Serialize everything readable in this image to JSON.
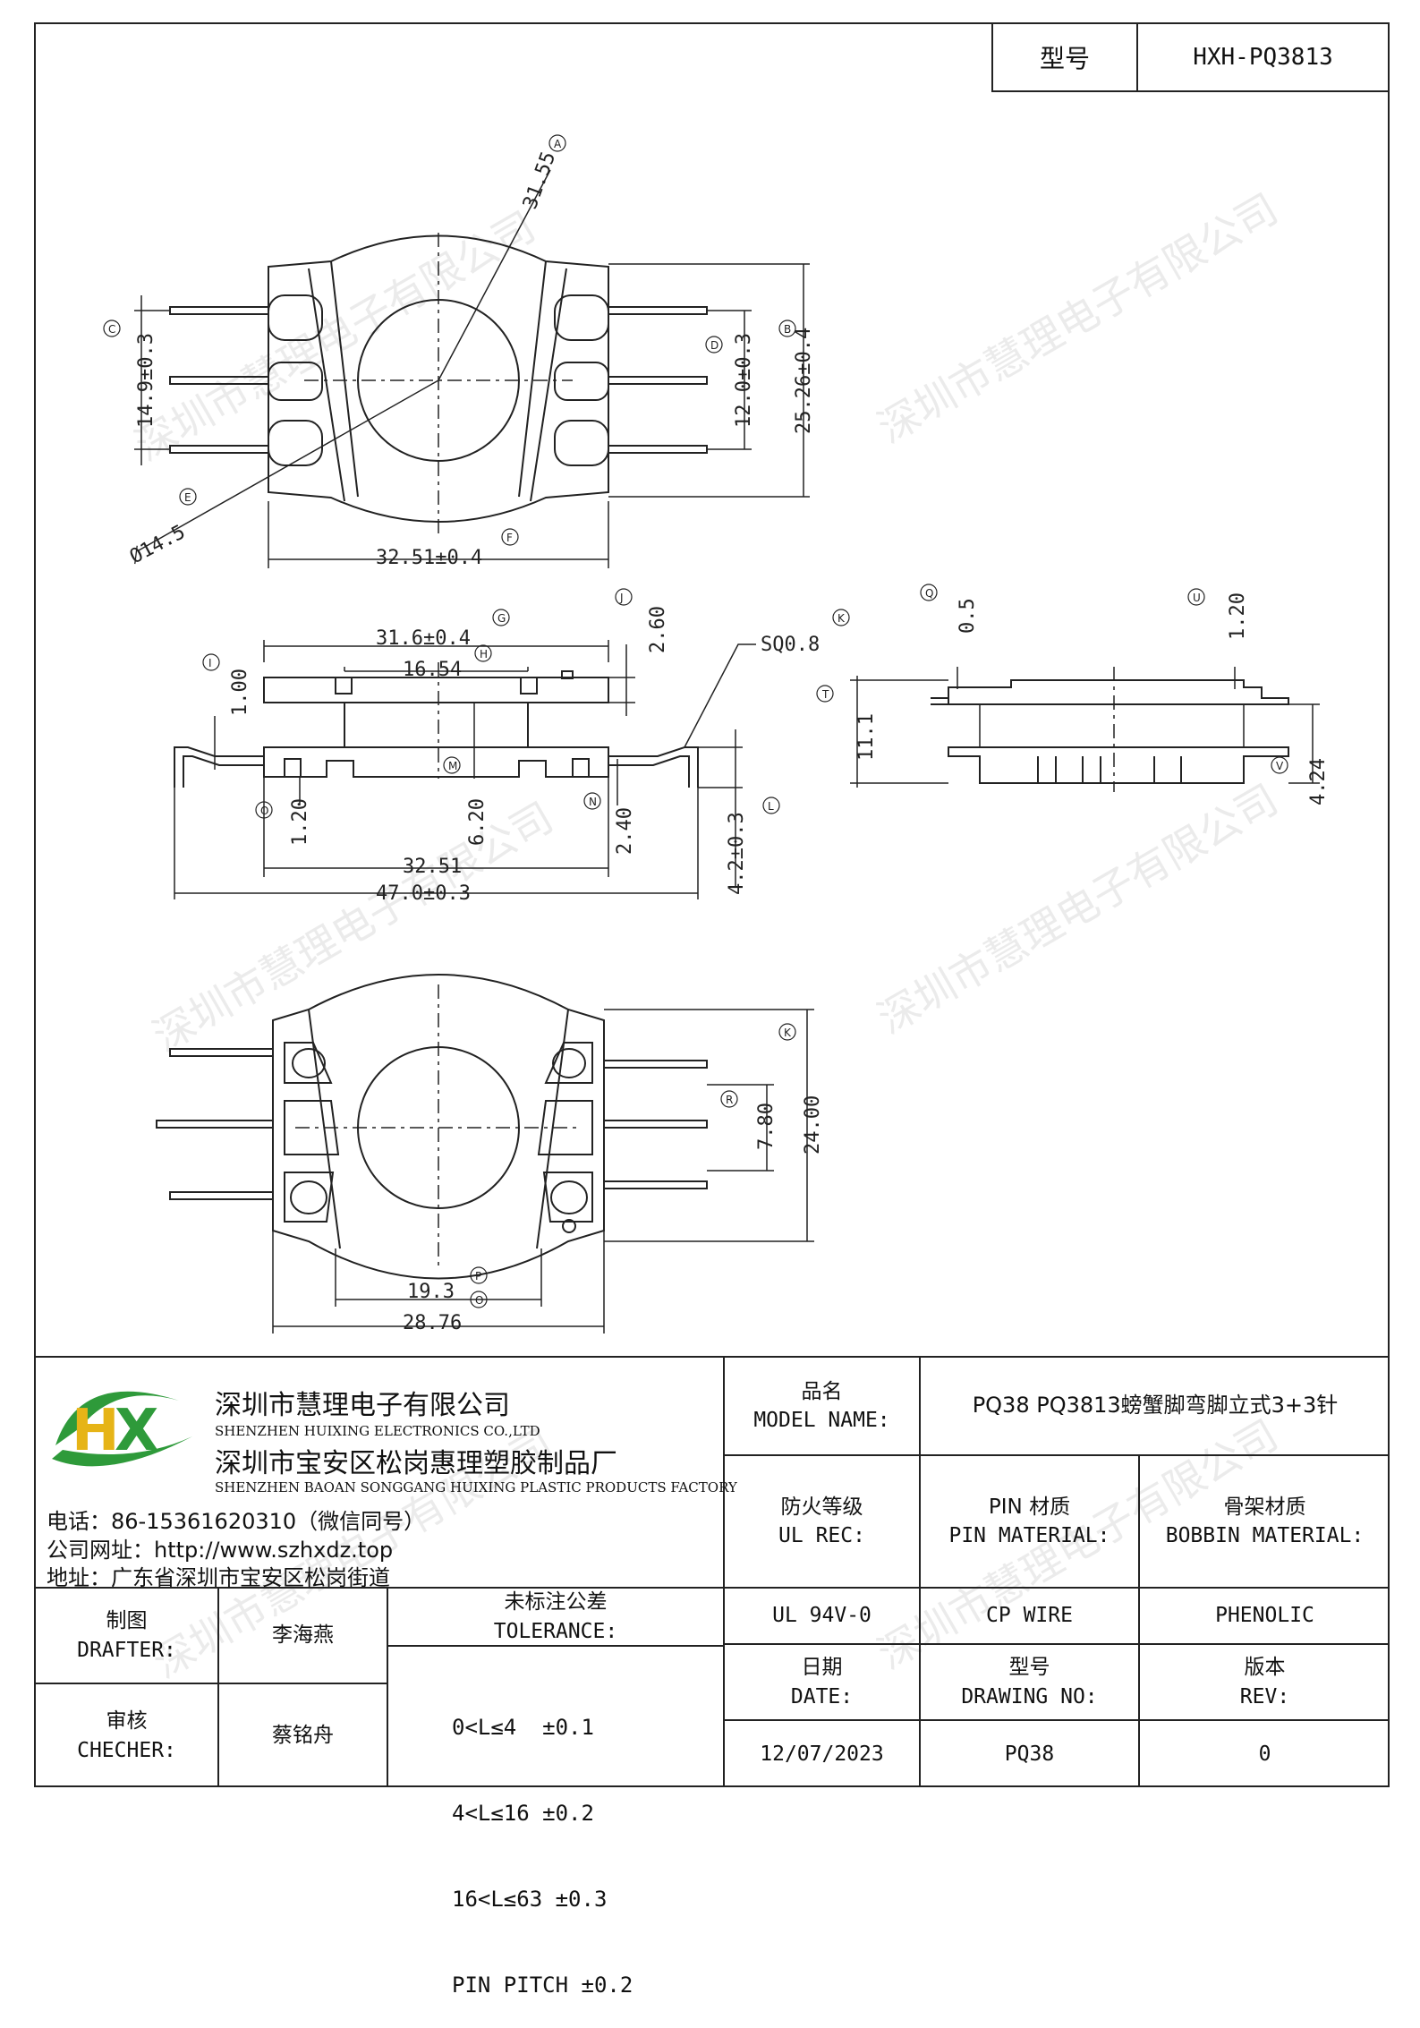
{
  "header": {
    "model_label": "型号",
    "model_value": "HXH-PQ3813"
  },
  "top_view": {
    "dims": [
      "31.55",
      "Ø14.5",
      "14.9±0.3",
      "12.0±0.3",
      "25.26±0.4",
      "32.51±0.4"
    ],
    "markers": [
      "A",
      "B",
      "C",
      "D",
      "E",
      "F"
    ]
  },
  "side_view": {
    "dims": [
      "31.6±0.4",
      "16.54",
      "1.00",
      "2.60",
      "SQ0.8",
      "6.20",
      "1.20",
      "2.40",
      "32.51",
      "47.0±0.3",
      "4.2±0.3"
    ],
    "markers": [
      "G",
      "H",
      "I",
      "J",
      "K",
      "M",
      "N",
      "O",
      "L"
    ]
  },
  "end_view": {
    "dims": [
      "0.5",
      "1.20",
      "11.1",
      "4.24"
    ],
    "markers": [
      "Q",
      "U",
      "T",
      "V"
    ]
  },
  "bottom_view": {
    "dims": [
      "24.00",
      "7.80",
      "19.3",
      "28.76"
    ],
    "markers": [
      "K",
      "R",
      "P",
      "O"
    ]
  },
  "watermark": "深圳市慧理电子有限公司",
  "company": {
    "name_cn": "深圳市慧理电子有限公司",
    "name_en": "SHENZHEN HUIXING ELECTRONICS CO.,LTD",
    "factory_cn": "深圳市宝安区松岗惠理塑胶制品厂",
    "factory_en": "SHENZHEN BAOAN SONGGANG HUIXING PLASTIC PRODUCTS FACTORY",
    "phone": "电话：86-15361620310（微信同号）",
    "website": "公司网址：http://www.szhxdz.top",
    "address": "地址：广东省深圳市宝安区松岗街道",
    "logo_text": "HX",
    "colors": {
      "green": "#2e9a3a",
      "yellow": "#e6b417",
      "blue": "#1e5fb0"
    }
  },
  "title_block": {
    "model_name_label_cn": "品名",
    "model_name_label_en": "MODEL NAME:",
    "model_name_value": "PQ38 PQ3813螃蟹脚弯脚立式3+3针",
    "ul_label_cn": "防火等级",
    "ul_label_en": "UL REC:",
    "pin_label_cn": "PIN 材质",
    "pin_label_en": "PIN MATERIAL:",
    "bobbin_label_cn": "骨架材质",
    "bobbin_label_en": "BOBBIN MATERIAL:",
    "ul_value": "UL 94V-0",
    "pin_value": "CP WIRE",
    "bobbin_value": "PHENOLIC",
    "drafter_cn": "制图",
    "drafter_en": "DRAFTER:",
    "drafter_name": "李海燕",
    "checker_cn": "审核",
    "checker_en": "CHECHER:",
    "checker_name": "蔡铭舟",
    "tolerance_cn": "未标注公差",
    "tolerance_en": "TOLERANCE:",
    "tolerances": [
      "0<L≤4  ±0.1",
      "4<L≤16 ±0.2",
      "16<L≤63 ±0.3",
      "PIN PITCH ±0.2"
    ],
    "date_cn": "日期",
    "date_en": "DATE:",
    "drawing_cn": "型号",
    "drawing_en": "DRAWING NO:",
    "rev_cn": "版本",
    "rev_en": "REV:",
    "date_value": "12/07/2023",
    "drawing_value": "PQ38",
    "rev_value": "0"
  }
}
